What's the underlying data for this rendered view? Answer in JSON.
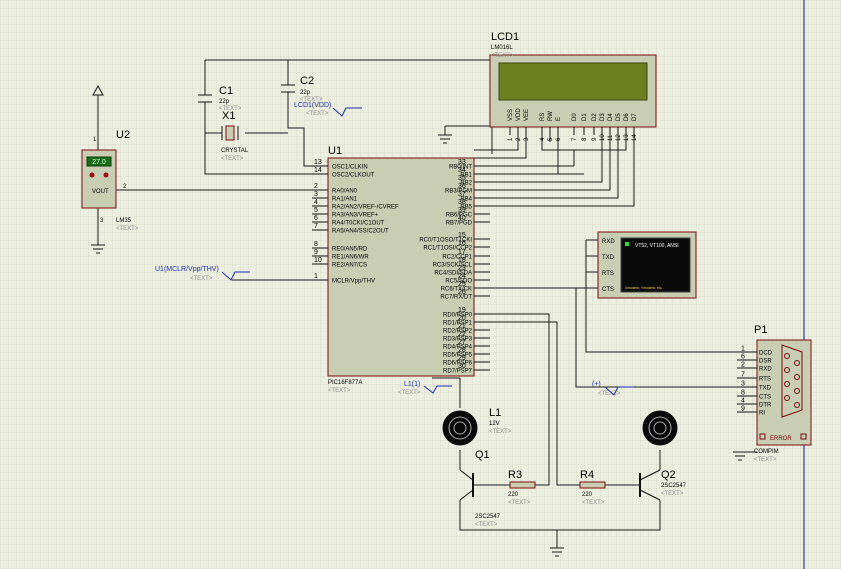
{
  "mcu": {
    "ref": "U1",
    "part": "PIC16F877A",
    "text_tag": "<TEXT>",
    "pins_left": [
      {
        "num": "13",
        "name": "OSC1/CLKIN"
      },
      {
        "num": "14",
        "name": "OSC2/CLKOUT"
      },
      {
        "num": "2",
        "name": "RA0/AN0"
      },
      {
        "num": "3",
        "name": "RA1/AN1"
      },
      {
        "num": "4",
        "name": "RA2/AN2/VREF-/CVREF"
      },
      {
        "num": "5",
        "name": "RA3/AN3/VREF+"
      },
      {
        "num": "6",
        "name": "RA4/T0CKI/C1OUT"
      },
      {
        "num": "7",
        "name": "RA5/AN4/SS/C2OUT"
      },
      {
        "num": "8",
        "name": "RE0/AN5/RD"
      },
      {
        "num": "9",
        "name": "RE1/AN6/WR"
      },
      {
        "num": "10",
        "name": "RE2/AN7/CS"
      },
      {
        "num": "1",
        "name": "MCLR/Vpp/THV"
      }
    ],
    "pins_right": [
      {
        "num": "33",
        "name": "RB0/INT"
      },
      {
        "num": "34",
        "name": "RB1"
      },
      {
        "num": "35",
        "name": "RB2"
      },
      {
        "num": "36",
        "name": "RB3/PGM"
      },
      {
        "num": "37",
        "name": "RB4"
      },
      {
        "num": "38",
        "name": "RB5"
      },
      {
        "num": "39",
        "name": "RB6/PGC"
      },
      {
        "num": "40",
        "name": "RB7/PGD"
      },
      {
        "num": "15",
        "name": "RC0/T1OSO/T1CKI"
      },
      {
        "num": "16",
        "name": "RC1/T1OSI/CCP2"
      },
      {
        "num": "17",
        "name": "RC2/CCP1"
      },
      {
        "num": "18",
        "name": "RC3/SCK/SCL"
      },
      {
        "num": "23",
        "name": "RC4/SDI/SDA"
      },
      {
        "num": "24",
        "name": "RC5/SDO"
      },
      {
        "num": "25",
        "name": "RC6/TX/CK"
      },
      {
        "num": "26",
        "name": "RC7/RX/DT"
      },
      {
        "num": "19",
        "name": "RD0/PSP0"
      },
      {
        "num": "20",
        "name": "RD1/PSP1"
      },
      {
        "num": "21",
        "name": "RD2/PSP2"
      },
      {
        "num": "22",
        "name": "RD3/PSP3"
      },
      {
        "num": "27",
        "name": "RD4/PSP4"
      },
      {
        "num": "28",
        "name": "RD5/PSP5"
      },
      {
        "num": "29",
        "name": "RD6/PSP6"
      },
      {
        "num": "30",
        "name": "RD7/PSP7"
      }
    ]
  },
  "lcd": {
    "ref": "LCD1",
    "part": "LM016L",
    "text_tag": "<TEXT>",
    "pins": [
      {
        "name": "VSS",
        "num": "1"
      },
      {
        "name": "VDD",
        "num": "2"
      },
      {
        "name": "VEE",
        "num": "3"
      },
      {
        "name": "RS",
        "num": "4"
      },
      {
        "name": "RW",
        "num": "5"
      },
      {
        "name": "E",
        "num": "6"
      },
      {
        "name": "D0",
        "num": "7"
      },
      {
        "name": "D1",
        "num": "8"
      },
      {
        "name": "D2",
        "num": "9"
      },
      {
        "name": "D3",
        "num": "10"
      },
      {
        "name": "D4",
        "num": "11"
      },
      {
        "name": "D5",
        "num": "12"
      },
      {
        "name": "D6",
        "num": "13"
      },
      {
        "name": "D7",
        "num": "14"
      }
    ]
  },
  "sensor": {
    "ref": "U2",
    "part": "LM35",
    "display": "27.0",
    "vout": "VOUT",
    "pin1": "1",
    "pin2": "2",
    "pin3": "3",
    "text_tag": "<TEXT>"
  },
  "c1": {
    "ref": "C1",
    "value": "22p",
    "text_tag": "<TEXT>"
  },
  "c2": {
    "ref": "C2",
    "value": "22p",
    "text_tag": "<TEXT>"
  },
  "crystal": {
    "ref": "X1",
    "part": "CRYSTAL",
    "text_tag": "<TEXT>"
  },
  "terminal": {
    "pins": [
      "RXD",
      "TXD",
      "RTS",
      "CTS"
    ],
    "title": "VT52, VT100, ANSI",
    "footer": "Xmodem, Ymodem, etc."
  },
  "comport": {
    "ref": "P1",
    "part": "COMPIM",
    "text_tag": "<TEXT>",
    "pins": [
      {
        "num": "1",
        "name": "DCD"
      },
      {
        "num": "6",
        "name": "DSR"
      },
      {
        "num": "2",
        "name": "RXD"
      },
      {
        "num": "7",
        "name": "RTS"
      },
      {
        "num": "3",
        "name": "TXD"
      },
      {
        "num": "8",
        "name": "CTS"
      },
      {
        "num": "4",
        "name": "DTR"
      },
      {
        "num": "9",
        "name": "RI"
      }
    ],
    "error": "ERROR"
  },
  "lamp": {
    "ref": "L1",
    "value": "12V",
    "text_tag": "<TEXT>"
  },
  "q1": {
    "ref": "Q1",
    "part": "2SC2547",
    "text_tag": "<TEXT>"
  },
  "q2": {
    "ref": "Q2",
    "part": "2SC2547",
    "text_tag": "<TEXT>"
  },
  "r3": {
    "ref": "R3",
    "value": "220",
    "text_tag": "<TEXT>"
  },
  "r4": {
    "ref": "R4",
    "value": "220",
    "text_tag": "<TEXT>"
  },
  "probes": {
    "lcd_vdd": "LCD1(VDD)",
    "mclr": "U1(MCLR/Vpp/THV)",
    "l1": "L1(1)",
    "plus": "(+)"
  },
  "colors": {
    "background": "#eceee0",
    "grid": "#c9ccbb",
    "component": "#c8cdb4",
    "outline": "#7a0b0b",
    "lcd_screen": "#6e7f1f",
    "probe": "#1a2fb0"
  }
}
